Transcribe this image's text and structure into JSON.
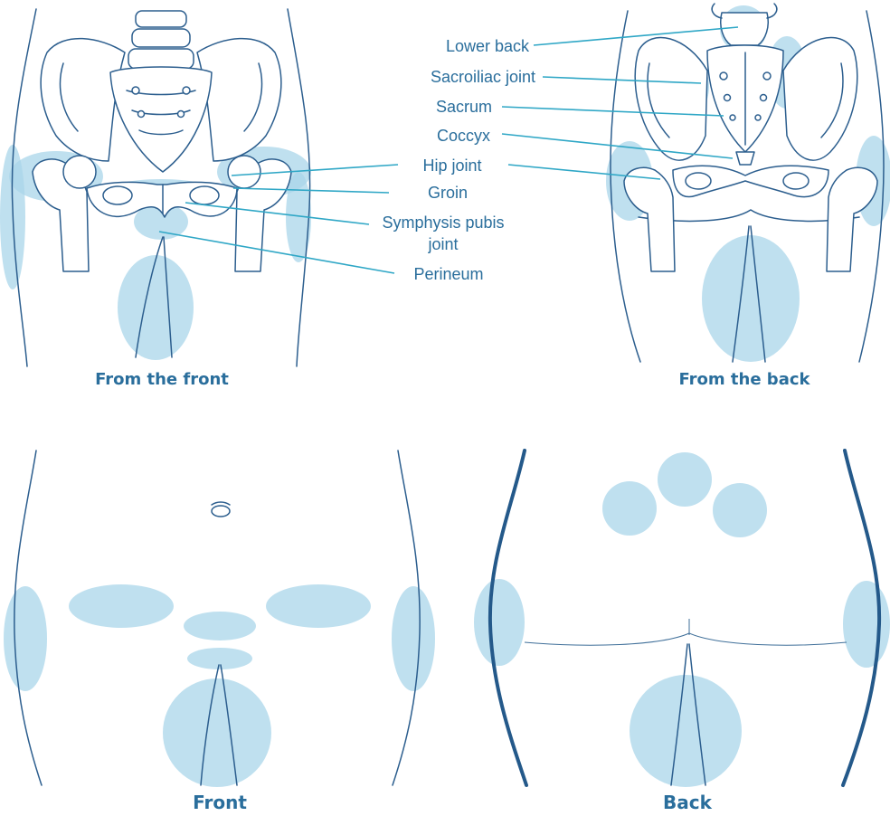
{
  "labels": {
    "lower_back": "Lower back",
    "sacroiliac_joint": "Sacroiliac joint",
    "sacrum": "Sacrum",
    "coccyx": "Coccyx",
    "hip_joint": "Hip joint",
    "groin": "Groin",
    "symphysis_line1": "Symphysis pubis",
    "symphysis_line2": "joint",
    "perineum": "Perineum"
  },
  "captions": {
    "front_skeleton": "From the front",
    "back_skeleton": "From the back",
    "front_body": "Front",
    "back_body": "Back"
  },
  "colors": {
    "label_text": "#2a6e9c",
    "leader_line": "#2fa7c6",
    "pain_zone": "#a9d6ea",
    "outline": "#2c5e8e"
  }
}
